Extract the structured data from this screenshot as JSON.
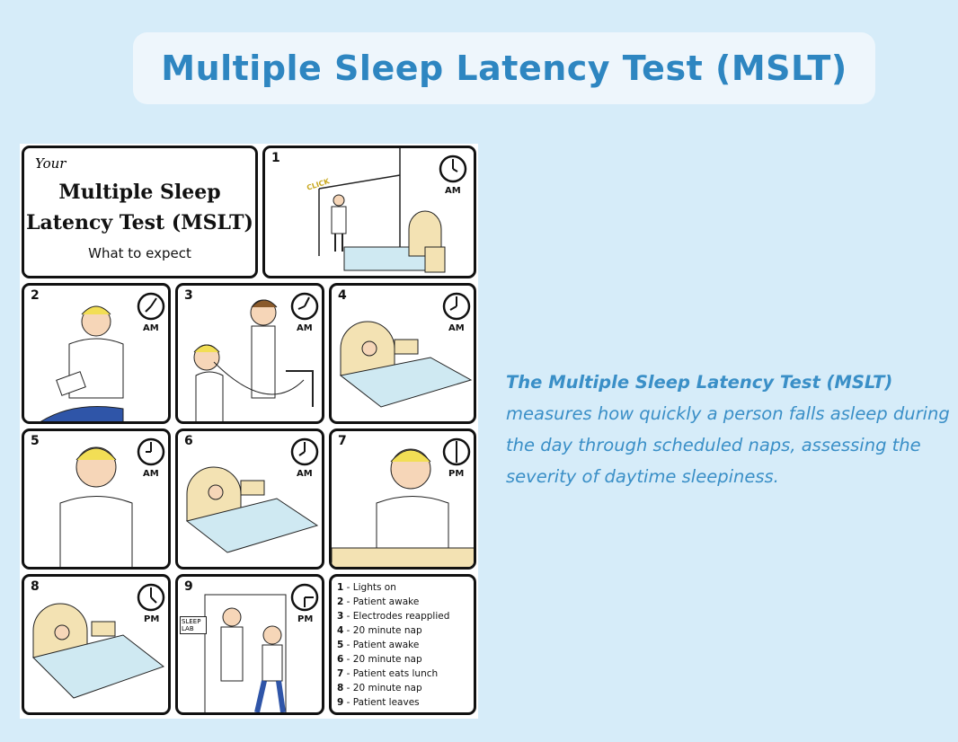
{
  "header": {
    "title": "Multiple Sleep Latency Test (MSLT)"
  },
  "description": {
    "lead": "The Multiple Sleep Latency Test (MSLT)",
    "body": "measures how quickly a person falls asleep during the day through scheduled naps, assessing the severity of daytime sleepiness."
  },
  "comic": {
    "intro": {
      "your": "Your",
      "title_line1": "Multiple Sleep",
      "title_line2": "Latency Test (MSLT)",
      "subtitle": "What to expect"
    },
    "panels": [
      {
        "num": "1",
        "time": "AM",
        "sfx": "CLICK"
      },
      {
        "num": "2",
        "time": "AM"
      },
      {
        "num": "3",
        "time": "AM"
      },
      {
        "num": "4",
        "time": "AM"
      },
      {
        "num": "5",
        "time": "AM"
      },
      {
        "num": "6",
        "time": "AM"
      },
      {
        "num": "7",
        "time": "PM"
      },
      {
        "num": "8",
        "time": "PM"
      },
      {
        "num": "9",
        "time": "PM",
        "sign": "SLEEP LAB"
      }
    ],
    "legend": [
      {
        "num": "1",
        "text": "Lights on"
      },
      {
        "num": "2",
        "text": "Patient awake"
      },
      {
        "num": "3",
        "text": "Electrodes reapplied"
      },
      {
        "num": "4",
        "text": "20 minute nap"
      },
      {
        "num": "5",
        "text": "Patient awake"
      },
      {
        "num": "6",
        "text": "20 minute nap"
      },
      {
        "num": "7",
        "text": "Patient eats lunch"
      },
      {
        "num": "8",
        "text": "20 minute nap"
      },
      {
        "num": "9",
        "text": "Patient leaves"
      }
    ]
  }
}
